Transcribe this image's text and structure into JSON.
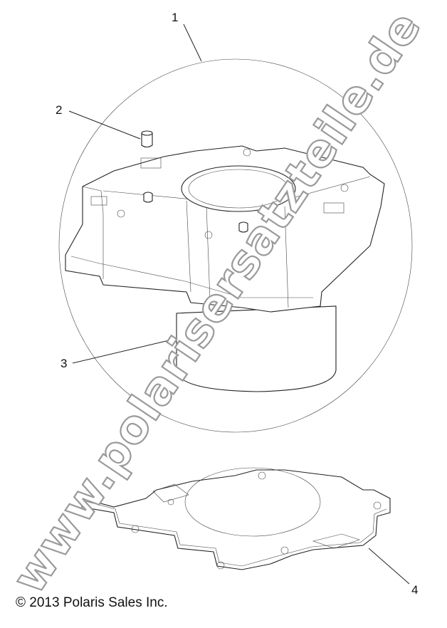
{
  "callouts": [
    "1",
    "2",
    "3",
    "4"
  ],
  "watermark": "www.polarisersatzteile.de",
  "copyright": "© 2013 Polaris Sales Inc."
}
